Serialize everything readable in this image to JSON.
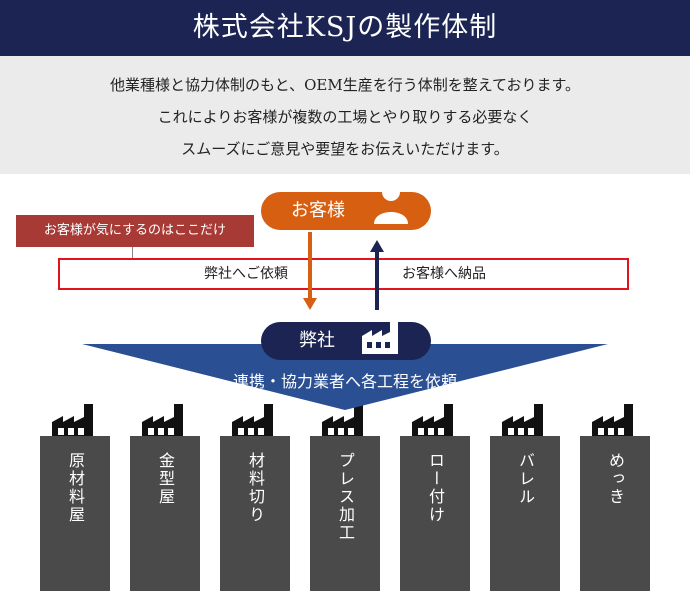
{
  "title": "株式会社KSJの製作体制",
  "intro": {
    "line1": "他業種様と協力体制のもと、OEM生産を行う体制を整えております。",
    "line2": "これによりお客様が複数の工場とやり取りする必要なく",
    "line3": "スムーズにご意見や要望をお伝えいただけます。"
  },
  "customer": {
    "label": "お客様",
    "icon": "person-icon",
    "color": "#d65f12"
  },
  "callout": "お客様が気にするのはここだけ",
  "flow": {
    "request": "弊社へご依頼",
    "delivery": "お客様へ納品"
  },
  "company": {
    "label": "弊社",
    "icon": "factory-icon",
    "color": "#1b2452"
  },
  "banner": "連携・協力業者へ各工程を依頼",
  "colors": {
    "navy": "#1b2452",
    "orange": "#d65f12",
    "red": "#e1141e",
    "callout": "#a83a36",
    "triangle": "#2a4f93",
    "column": "#4a4a4a"
  },
  "partners": [
    {
      "label": "原材料屋",
      "icon": "factory-icon"
    },
    {
      "label": "金型屋",
      "icon": "factory-icon"
    },
    {
      "label": "材料切り",
      "icon": "factory-icon"
    },
    {
      "label": "プレス加工",
      "icon": "factory-icon"
    },
    {
      "label": "ロー付け",
      "icon": "factory-icon"
    },
    {
      "label": "バレル",
      "icon": "factory-icon"
    },
    {
      "label": "めっき",
      "icon": "factory-icon"
    }
  ]
}
